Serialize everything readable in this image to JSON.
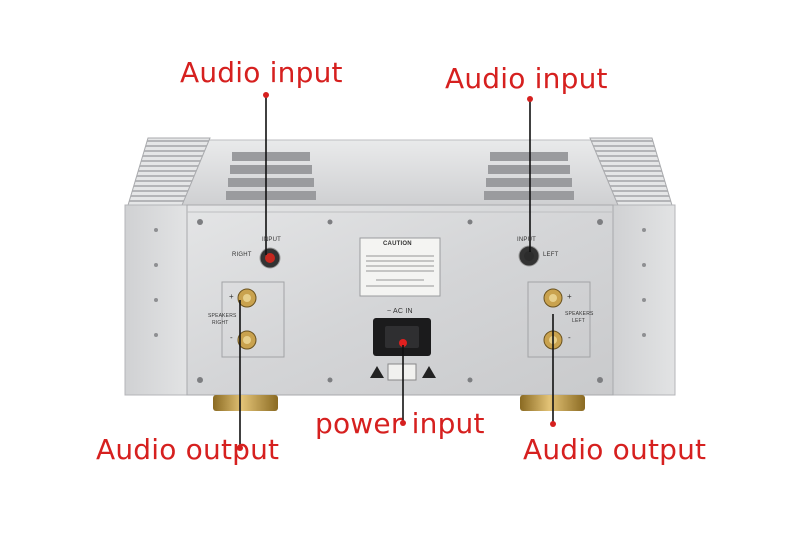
{
  "callouts": {
    "audio_input_right": "Audio input",
    "audio_input_left": "Audio input",
    "power_input": "power input",
    "audio_output_right": "Audio output",
    "audio_output_left": "Audio output"
  },
  "panel": {
    "input_label_right": "INPUT",
    "right_label": "RIGHT",
    "input_label_left": "INPUT",
    "left_label": "LEFT",
    "caution_title": "CAUTION",
    "ac_in": "~ AC IN",
    "speakers_right": "SPEAKERS",
    "speakers_right_sub": "RIGHT",
    "speakers_left": "SPEAKERS",
    "speakers_left_sub": "LEFT",
    "plus": "+",
    "minus": "-"
  },
  "colors": {
    "callout": "#d6201f",
    "chassis": "#d9dadb",
    "heatsink": "#c8c9cb",
    "feet": "#b8933a"
  }
}
